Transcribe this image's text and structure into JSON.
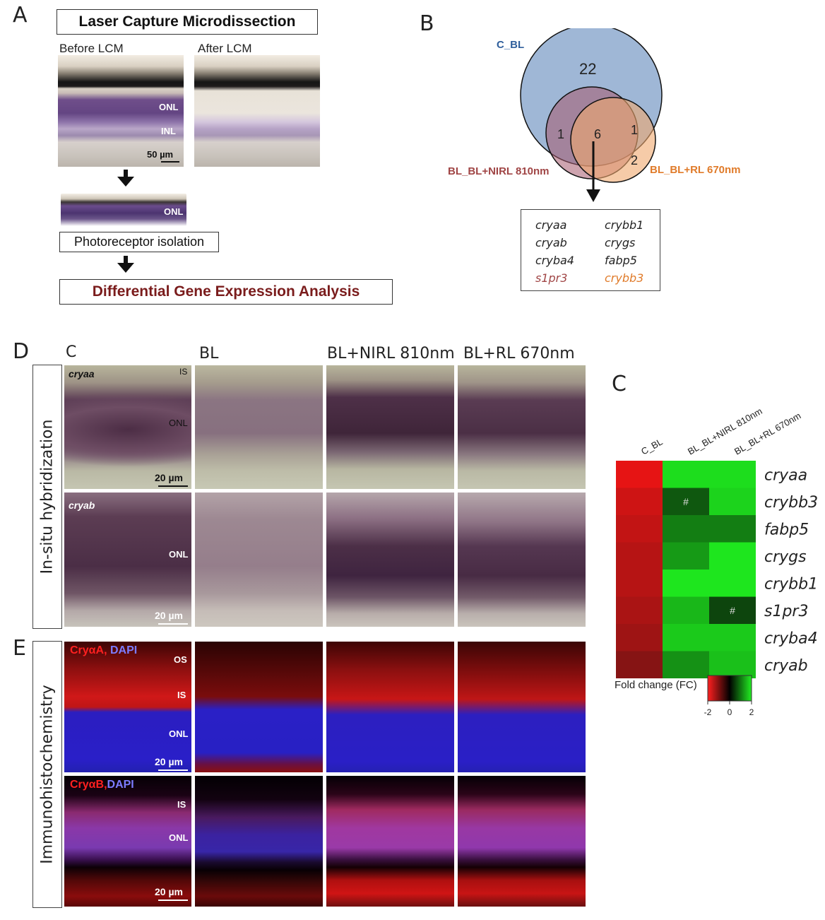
{
  "panels": {
    "a": "A",
    "b": "B",
    "c": "C",
    "d": "D",
    "e": "E"
  },
  "panel_a": {
    "title": "Laser Capture Microdissection",
    "before": "Before LCM",
    "after": "After LCM",
    "onl": "ONL",
    "inl": "INL",
    "scale": "50 µm",
    "isolation": "Photoreceptor isolation",
    "dge": "Differential Gene Expression Analysis"
  },
  "panel_b": {
    "c_bl": "C_BL",
    "nirl": "BL_BL+NIRL 810nm",
    "rl": "BL_BL+RL 670nm",
    "n22": "22",
    "n1a": "1",
    "n6": "6",
    "n1b": "1",
    "n2": "2",
    "genes_col1": [
      "cryaa",
      "cryab",
      "cryba4",
      "s1pr3"
    ],
    "genes_col2": [
      "crybb1",
      "crygs",
      "fabp5",
      "crybb3"
    ],
    "colors": {
      "c_bl": "#2f5f9c",
      "nirl": "#a04545",
      "rl": "#e07b2a"
    }
  },
  "panel_c": {
    "columns": [
      "C_BL",
      "BL_BL+NIRL 810nm",
      "BL_BL+RL 670nm"
    ],
    "rows": [
      "cryaa",
      "crybb3",
      "fabp5",
      "crygs",
      "crybb1",
      "s1pr3",
      "cryba4",
      "cryab"
    ],
    "legend_title": "Fold change (FC)",
    "legend_ticks": [
      "-2",
      "0",
      "2"
    ],
    "hash": "#"
  },
  "chart_data": {
    "type": "heatmap",
    "x": [
      "C_BL",
      "BL_BL+NIRL 810nm",
      "BL_BL+RL 670nm"
    ],
    "y": [
      "cryaa",
      "crybb3",
      "fabp5",
      "crygs",
      "crybb1",
      "s1pr3",
      "cryba4",
      "cryab"
    ],
    "values": [
      [
        -2.0,
        1.9,
        1.9
      ],
      [
        -1.8,
        0.5,
        1.8
      ],
      [
        -1.7,
        0.9,
        0.9
      ],
      [
        -1.6,
        1.2,
        2.0
      ],
      [
        -1.6,
        2.0,
        2.0
      ],
      [
        -1.5,
        1.5,
        0.3
      ],
      [
        -1.4,
        1.7,
        1.7
      ],
      [
        -1.2,
        1.1,
        1.6
      ]
    ],
    "annotations": [
      {
        "row": "crybb3",
        "col": "BL_BL+NIRL 810nm",
        "text": "#"
      },
      {
        "row": "s1pr3",
        "col": "BL_BL+RL 670nm",
        "text": "#"
      }
    ],
    "colorbar": {
      "title": "Fold change (FC)",
      "range": [
        -2,
        2
      ],
      "ticks": [
        -2,
        0,
        2
      ]
    }
  },
  "conditions": [
    "C",
    "BL",
    "BL+NIRL 810nm",
    "BL+RL 670nm"
  ],
  "panel_d": {
    "side_label": "In-situ hybridization",
    "gene1": "cryaa",
    "gene2": "cryab",
    "is": "IS",
    "onl": "ONL",
    "scale": "20 µm"
  },
  "panel_e": {
    "side_label": "Immunohistochemistry",
    "row1_a": "CryαA,",
    "row1_b": " DAPI",
    "row2_a": "CryαB,",
    "row2_b": "DAPI",
    "os": "OS",
    "is": "IS",
    "onl": "ONL",
    "scale": "20 µm"
  }
}
